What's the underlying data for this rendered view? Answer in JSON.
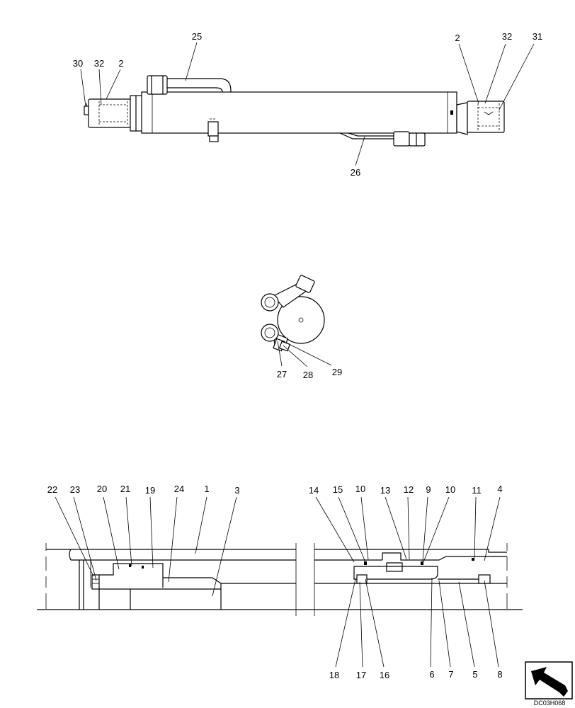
{
  "labels": {
    "top": [
      "25",
      "30",
      "32",
      "2",
      "2",
      "32",
      "31",
      "26"
    ],
    "middle": [
      "27",
      "28",
      "29"
    ],
    "bottom_upper": [
      "22",
      "23",
      "20",
      "21",
      "19",
      "24",
      "1",
      "3",
      "14",
      "15",
      "10",
      "13",
      "12",
      "9",
      "10",
      "11",
      "4"
    ],
    "bottom_lower": [
      "18",
      "17",
      "16",
      "6",
      "7",
      "5",
      "8"
    ]
  },
  "drawing_code": "DC03H068",
  "nav_icon": "arrow-icon"
}
